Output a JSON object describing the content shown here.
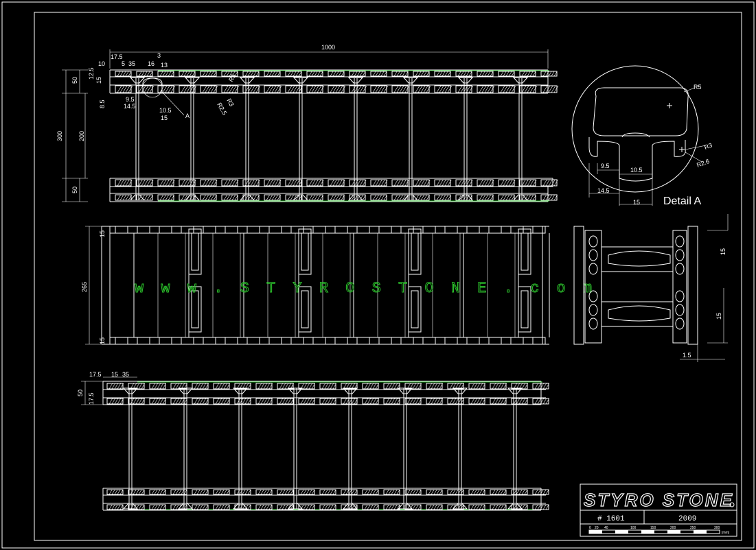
{
  "dims_top": {
    "overall_length": "1000",
    "d10": "10",
    "d17_5": "17.5",
    "d5": "5",
    "d35": "35",
    "d16": "16",
    "d3": "3",
    "d13": "13",
    "d50a": "50",
    "d12_5": "12.5",
    "d15a": "15",
    "d8_5": "8.5",
    "d9_5": "9.5",
    "d14_5": "14.5",
    "d10_5": "10.5",
    "d15b": "15",
    "r_a": "R2.5",
    "r_b": "R3",
    "r_c": "R5",
    "label_a": "A",
    "height": "300",
    "mid": "200",
    "d50b": "50"
  },
  "detail": {
    "title": "Detail  A",
    "r5": "R5",
    "r3": "R3",
    "r2_6": "R2.6",
    "d9_5": "9.5",
    "d10_5": "10.5",
    "d14_5": "14.5",
    "d15": "15"
  },
  "mid_view": {
    "height": "265",
    "top": "15",
    "bottom": "15",
    "watermark": "w w w . S T Y R O S T O N E . c o m"
  },
  "side_view": {
    "top": "15",
    "bottom": "15",
    "base": "1.5"
  },
  "bottom_view": {
    "d17_5a": "17.5",
    "d15": "15",
    "d35": "35",
    "d50": "50",
    "d17_5b": "17.5"
  },
  "title_block": {
    "logo": "STYRO STONE",
    "number": "# 1601",
    "year": "2009",
    "scale_ticks": [
      "0",
      "20",
      "40",
      "100",
      "150",
      "200",
      "250",
      "300"
    ],
    "scale_unit": "[mm]"
  }
}
